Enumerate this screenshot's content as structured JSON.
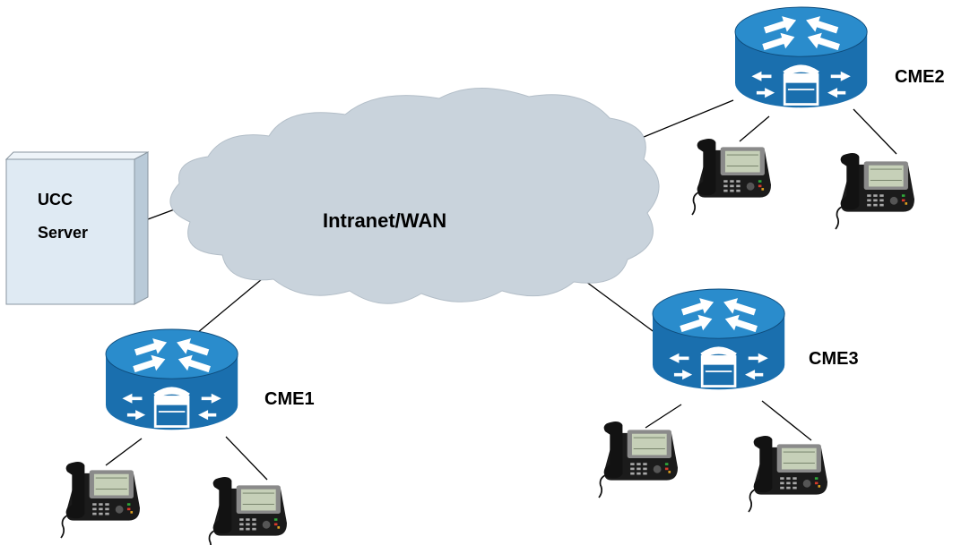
{
  "cloud": {
    "label": "Intranet/WAN",
    "color": "#c9d3dc",
    "stroke": "#8a96a0"
  },
  "server": {
    "line1": "UCC",
    "line2": "Server",
    "front_color": "#dfeaf3",
    "side_color": "#b9cad8"
  },
  "routers": [
    {
      "id": "cme1",
      "label": "CME1"
    },
    {
      "id": "cme2",
      "label": "CME2"
    },
    {
      "id": "cme3",
      "label": "CME3"
    }
  ],
  "colors": {
    "router_body": "#1a6fae",
    "router_top": "#2a8ccc",
    "router_dark": "#0e4c7c",
    "link": "#000000",
    "phone_body": "#1b1b1b",
    "phone_screen": "#c6d0b8"
  },
  "icons": {
    "router": "voice-router-icon",
    "phone": "ip-phone-icon",
    "server": "server-box-icon",
    "cloud": "network-cloud-icon"
  }
}
